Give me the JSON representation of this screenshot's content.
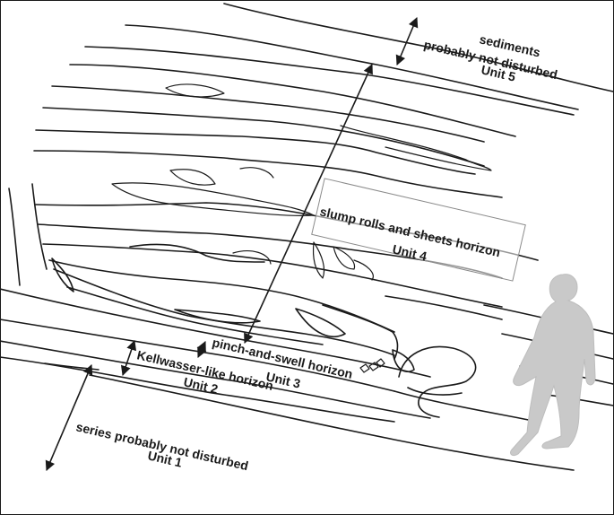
{
  "labels": {
    "unit5_line1": "sediments",
    "unit5_line2": "probably not disturbed",
    "unit5_line3": "Unit 5",
    "unit4_line1": "slump rolls and sheets horizon",
    "unit4_line2": "Unit 4",
    "unit3_line1": "pinch-and-swell horizon",
    "unit3_line2": "Unit 3",
    "unit2_line1": "Kellwasser-like horizon",
    "unit2_line2": "Unit 2",
    "unit1_line1": "series probably not disturbed",
    "unit1_line2": "Unit 1"
  },
  "colors": {
    "ink": "#1a1a1a",
    "person": "#c9c9c9",
    "box_stroke": "#8a8a8a"
  }
}
